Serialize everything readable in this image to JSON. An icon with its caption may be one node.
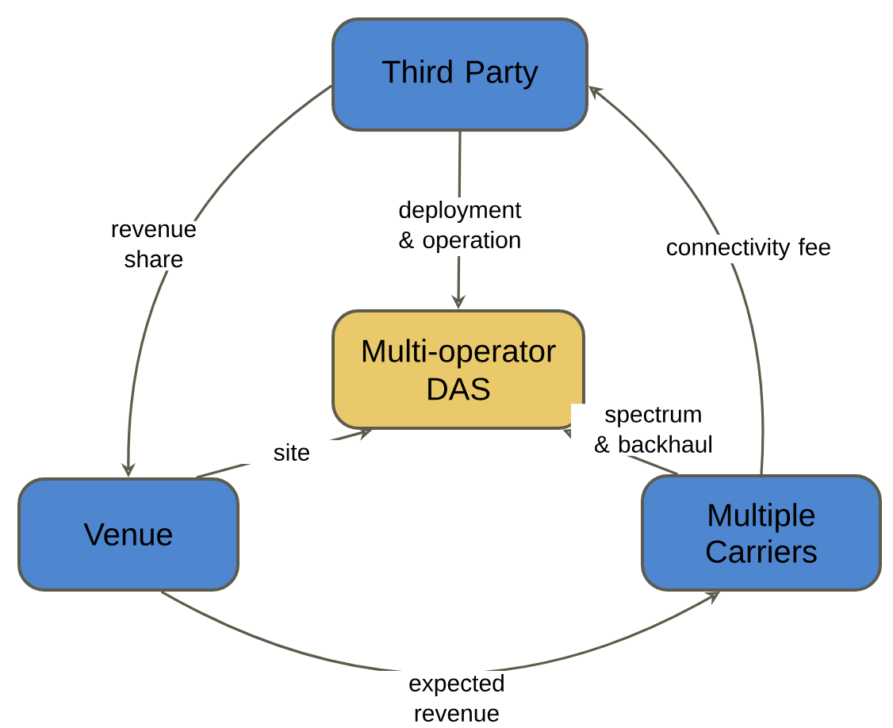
{
  "diagram": {
    "nodes": [
      {
        "text": [
          "Third Party"
        ]
      },
      {
        "text": [
          "Multi-operator DAS"
        ]
      },
      {
        "text": [
          "Venue"
        ]
      },
      {
        "text": [
          "Multiple Carriers"
        ]
      }
    ],
    "edges": [
      {
        "from": 0,
        "to": 2,
        "arrow": "to",
        "label": "revenue share"
      },
      {
        "from": 0,
        "to": 1,
        "arrow": "to",
        "label": "deployment & operation"
      },
      {
        "from": 3,
        "to": 0,
        "arrow": "to",
        "label": "connectivity fee"
      },
      {
        "from": 2,
        "to": 1,
        "arrow": "to",
        "label": "site"
      },
      {
        "from": 3,
        "to": 1,
        "arrow": "to",
        "label": "spectrum & backhaul"
      },
      {
        "from": 2,
        "to": 3,
        "arrow": "to",
        "label": "expected revenue"
      }
    ]
  }
}
